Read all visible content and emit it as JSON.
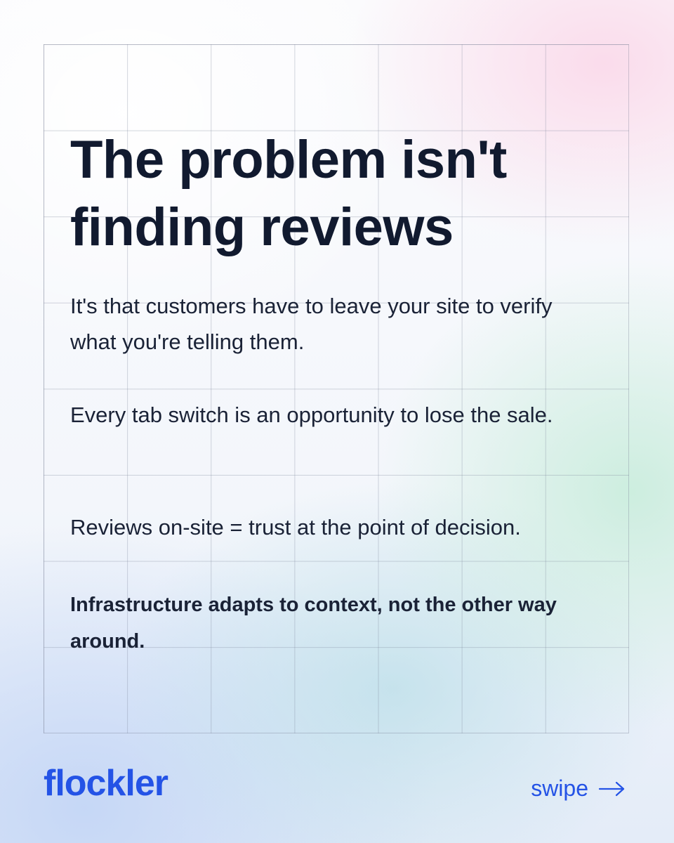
{
  "headline": "The problem isn't finding reviews",
  "paragraphs": {
    "p1": "It's that customers have to leave your site to verify what you're telling them.",
    "p2": "Every tab switch is an opportunity to lose the sale.",
    "p3": "Reviews on-site = trust at the point of decision.",
    "p4": "Infrastructure adapts to context, not the other way around."
  },
  "brand": {
    "name": "flockler",
    "color": "#2453e6"
  },
  "nav": {
    "swipe_label": "swipe",
    "icon": "arrow-right-icon"
  },
  "colors": {
    "text": "#111a2f",
    "accent": "#2453e6"
  }
}
